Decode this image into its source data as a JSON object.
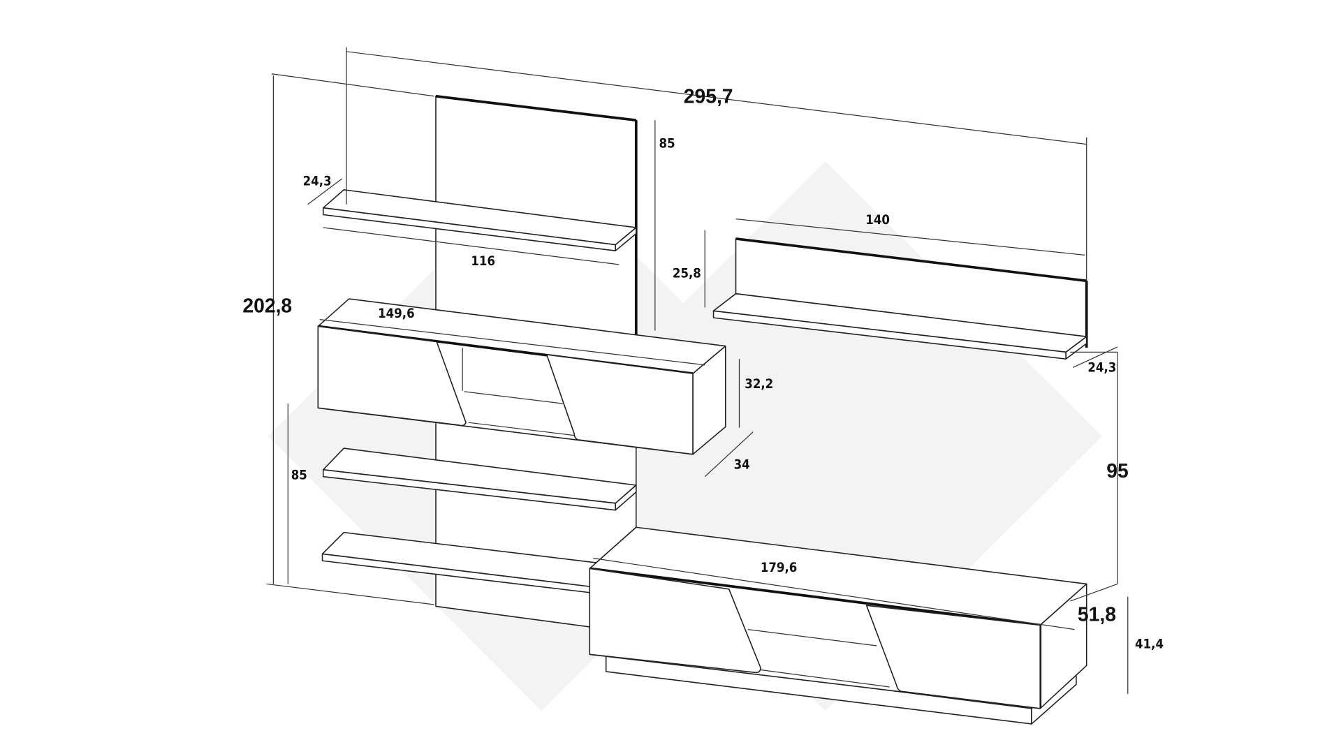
{
  "diagram": {
    "dimensions": {
      "total_width": "295,7",
      "total_height": "202,8",
      "back_panel_height": "85",
      "left_shelf_depth": "24,3",
      "left_shelf_width": "116",
      "right_shelf_width": "140",
      "right_shelf_height": "25,8",
      "wall_cabinet_width": "149,6",
      "wall_cabinet_height": "32,2",
      "wall_cabinet_depth": "34",
      "right_shelf_depth": "24,3",
      "lower_panel_height": "85",
      "right_shelf_mount_height": "95",
      "tv_unit_width": "179,6",
      "tv_unit_depth": "51,8",
      "tv_unit_height": "41,4"
    }
  }
}
